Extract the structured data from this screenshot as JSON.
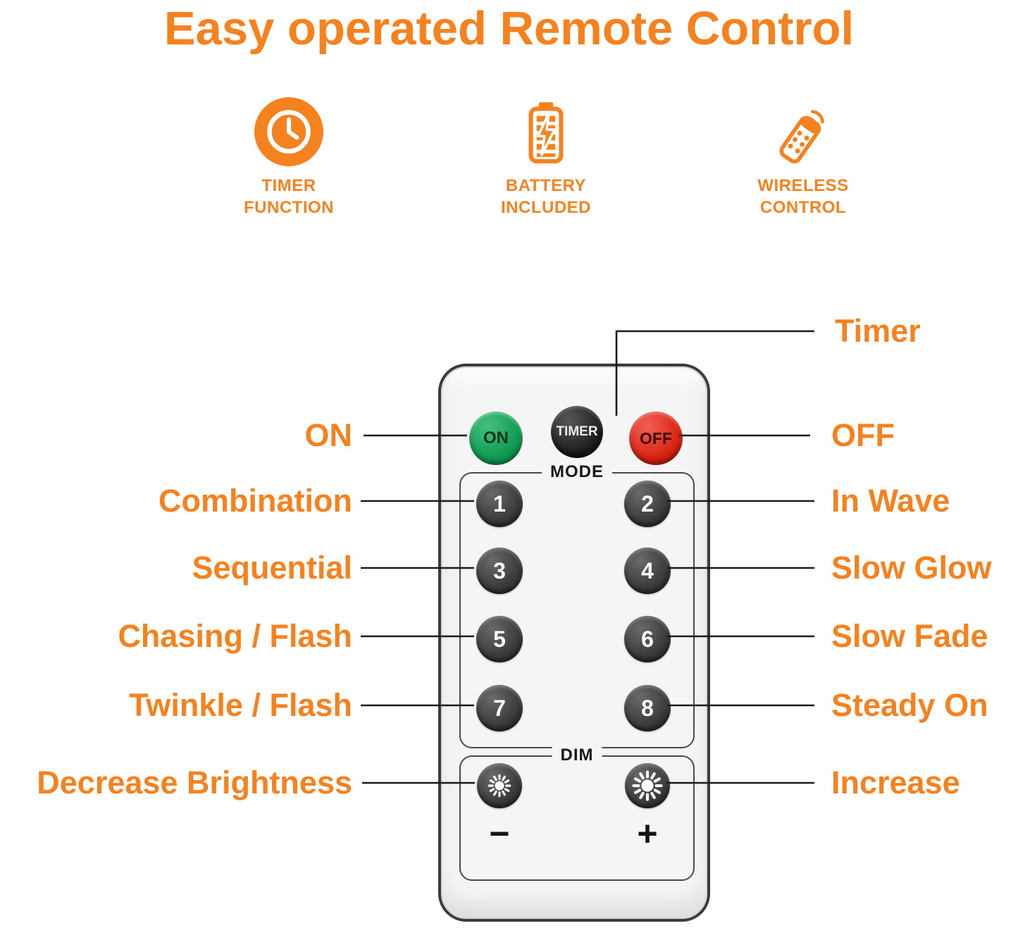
{
  "title": "Easy operated Remote Control",
  "colors": {
    "accent": "#F5821F",
    "callout_line": "#1B1B1B",
    "on_button_green": "#109A53",
    "off_button_red": "#D92312",
    "key_gray": "#333333"
  },
  "features": [
    {
      "icon": "timer-clock-icon",
      "line1": "TIMER",
      "line2": "FUNCTION"
    },
    {
      "icon": "battery-icon",
      "line1": "BATTERY",
      "line2": "INCLUDED"
    },
    {
      "icon": "wireless-remote-icon",
      "line1": "WIRELESS",
      "line2": "CONTROL"
    }
  ],
  "remote": {
    "on_button": "ON",
    "timer_button": "TIMER",
    "off_button": "OFF",
    "mode_section_label": "MODE",
    "mode_buttons": [
      "1",
      "2",
      "3",
      "4",
      "5",
      "6",
      "7",
      "8"
    ],
    "dim_section_label": "DIM",
    "decrease_symbol": "−",
    "increase_symbol": "+"
  },
  "callouts": {
    "timer": "Timer",
    "left": [
      "ON",
      "Combination",
      "Sequential",
      "Chasing / Flash",
      "Twinkle / Flash",
      "Decrease Brightness"
    ],
    "right": [
      "OFF",
      "In Wave",
      "Slow Glow",
      "Slow Fade",
      "Steady On",
      "Increase"
    ]
  }
}
